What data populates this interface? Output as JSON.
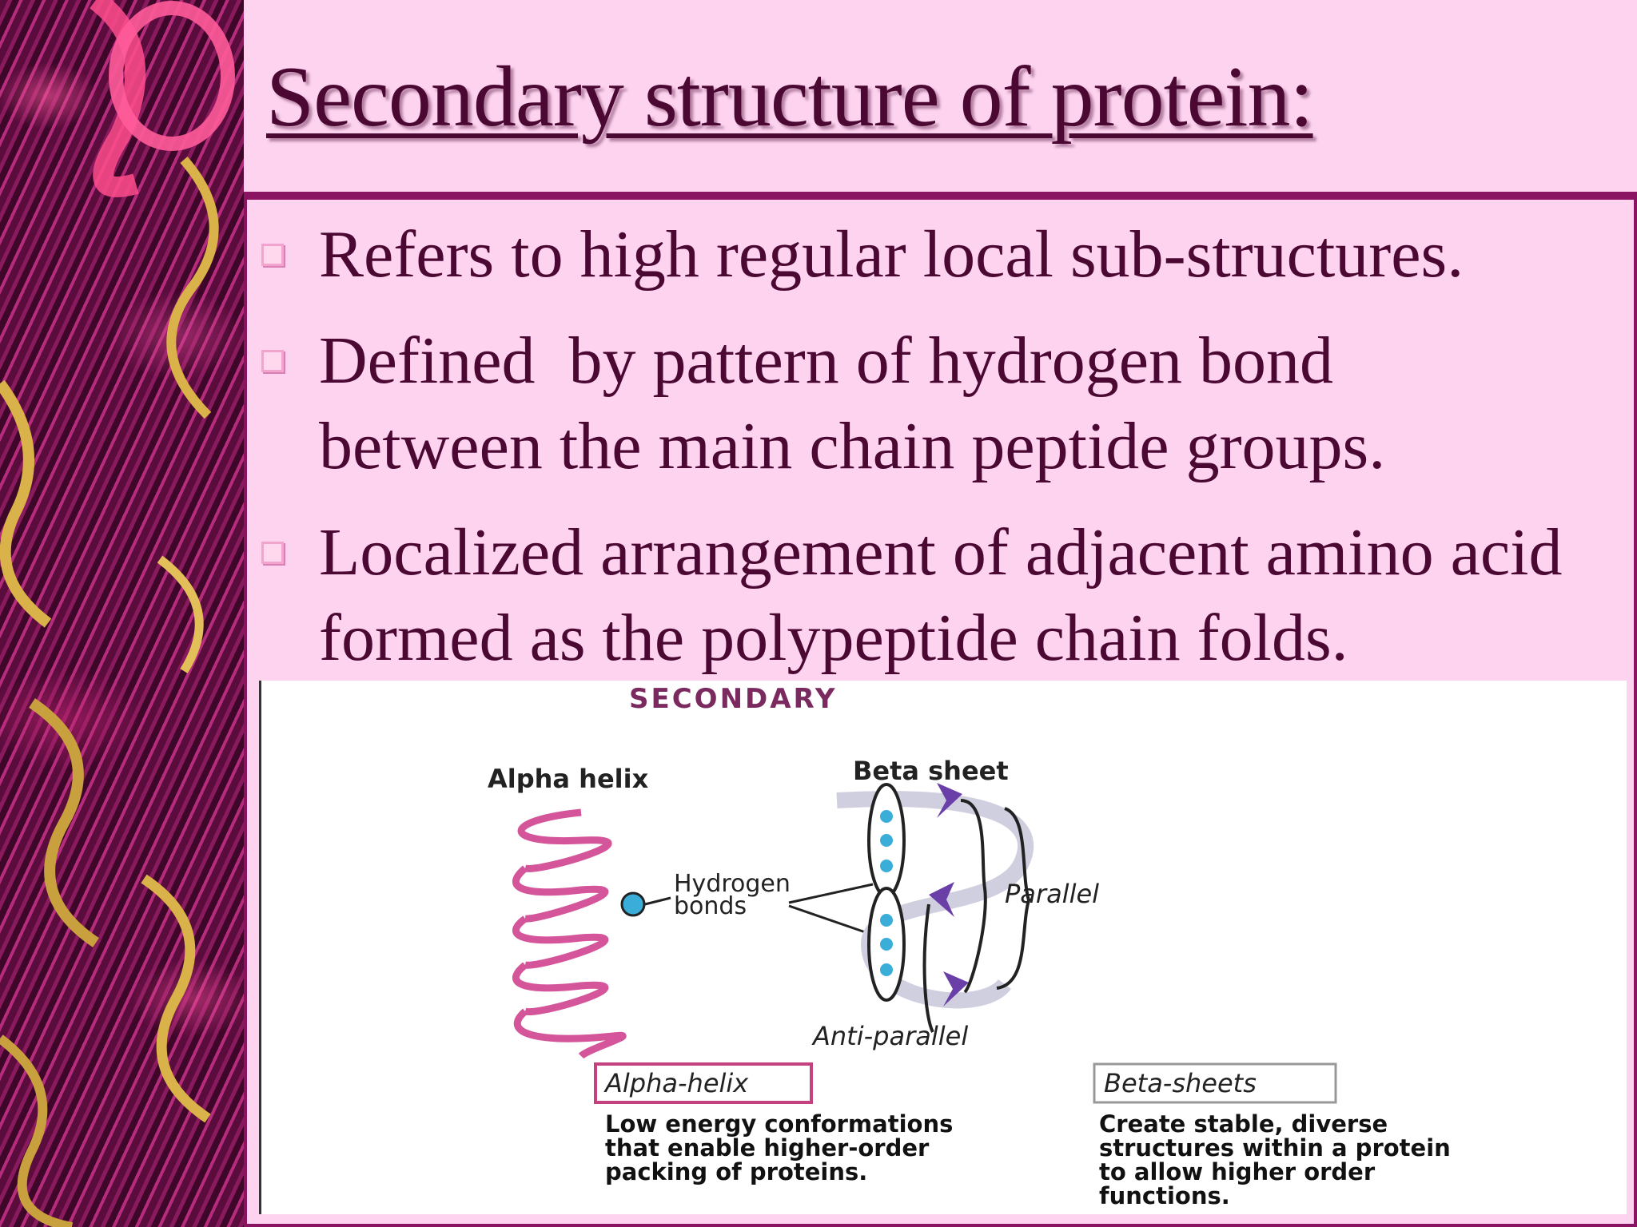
{
  "slide": {
    "title": "Secondary structure of protein:",
    "bullets": [
      "Refers to high regular local sub-structures.",
      "Defined  by pattern of hydrogen bond between the main chain peptide groups.",
      "Localized arrangement of adjacent amino acid formed as the polypeptide chain folds."
    ]
  },
  "figure": {
    "heading": "SECONDARY",
    "alpha_helix_label": "Alpha helix",
    "beta_sheet_label": "Beta sheet",
    "hydrogen_bonds_label_1": "Hydrogen",
    "hydrogen_bonds_label_2": "bonds",
    "parallel_label": "Parallel",
    "antiparallel_label": "Anti-parallel",
    "alpha_box_title": "Alpha-helix",
    "alpha_desc": [
      "Low energy conformations",
      "that enable higher-order",
      "packing of proteins."
    ],
    "beta_box_title": "Beta-sheets",
    "beta_desc": [
      "Create stable, diverse",
      "structures within a protein",
      "to allow higher order",
      "functions."
    ]
  },
  "colors": {
    "background": "#fdd3ef",
    "text": "#4a0833",
    "panel_border": "#8a1461",
    "helix": "#d4559a",
    "hbond_dots": "#3aaed8",
    "arrow": "#6a3fa8",
    "alpha_box_border": "#c3427f"
  }
}
